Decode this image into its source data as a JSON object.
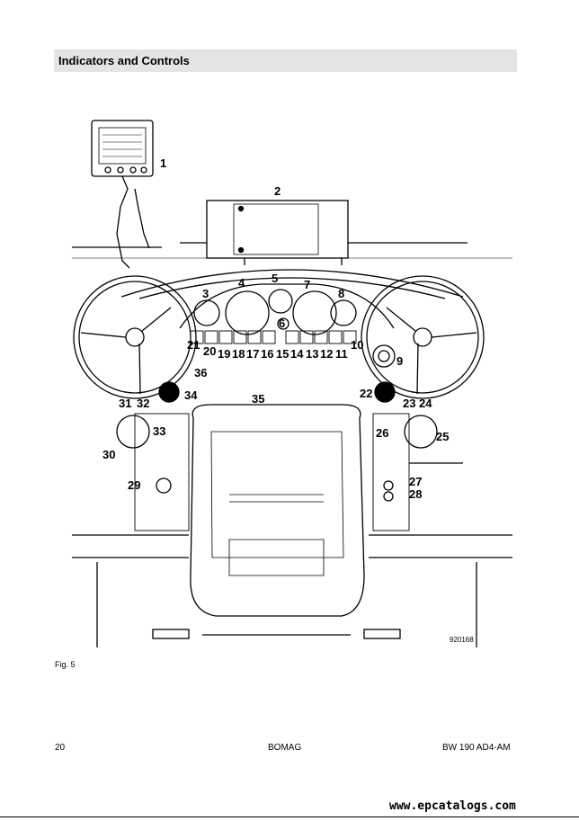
{
  "header": {
    "title": "Indicators and Controls"
  },
  "figure": {
    "image_number": "920168",
    "caption": "Fig. 5",
    "callouts": [
      "1",
      "2",
      "3",
      "4",
      "5",
      "6",
      "7",
      "8",
      "9",
      "10",
      "11",
      "12",
      "13",
      "14",
      "15",
      "16",
      "17",
      "18",
      "19",
      "20",
      "21",
      "22",
      "23",
      "24",
      "25",
      "26",
      "27",
      "28",
      "29",
      "30",
      "31",
      "32",
      "33",
      "34",
      "35",
      "36"
    ]
  },
  "footer": {
    "page_number": "20",
    "brand": "BOMAG",
    "model": "BW 190 AD4-AM"
  },
  "watermark": "www.epcatalogs.com"
}
